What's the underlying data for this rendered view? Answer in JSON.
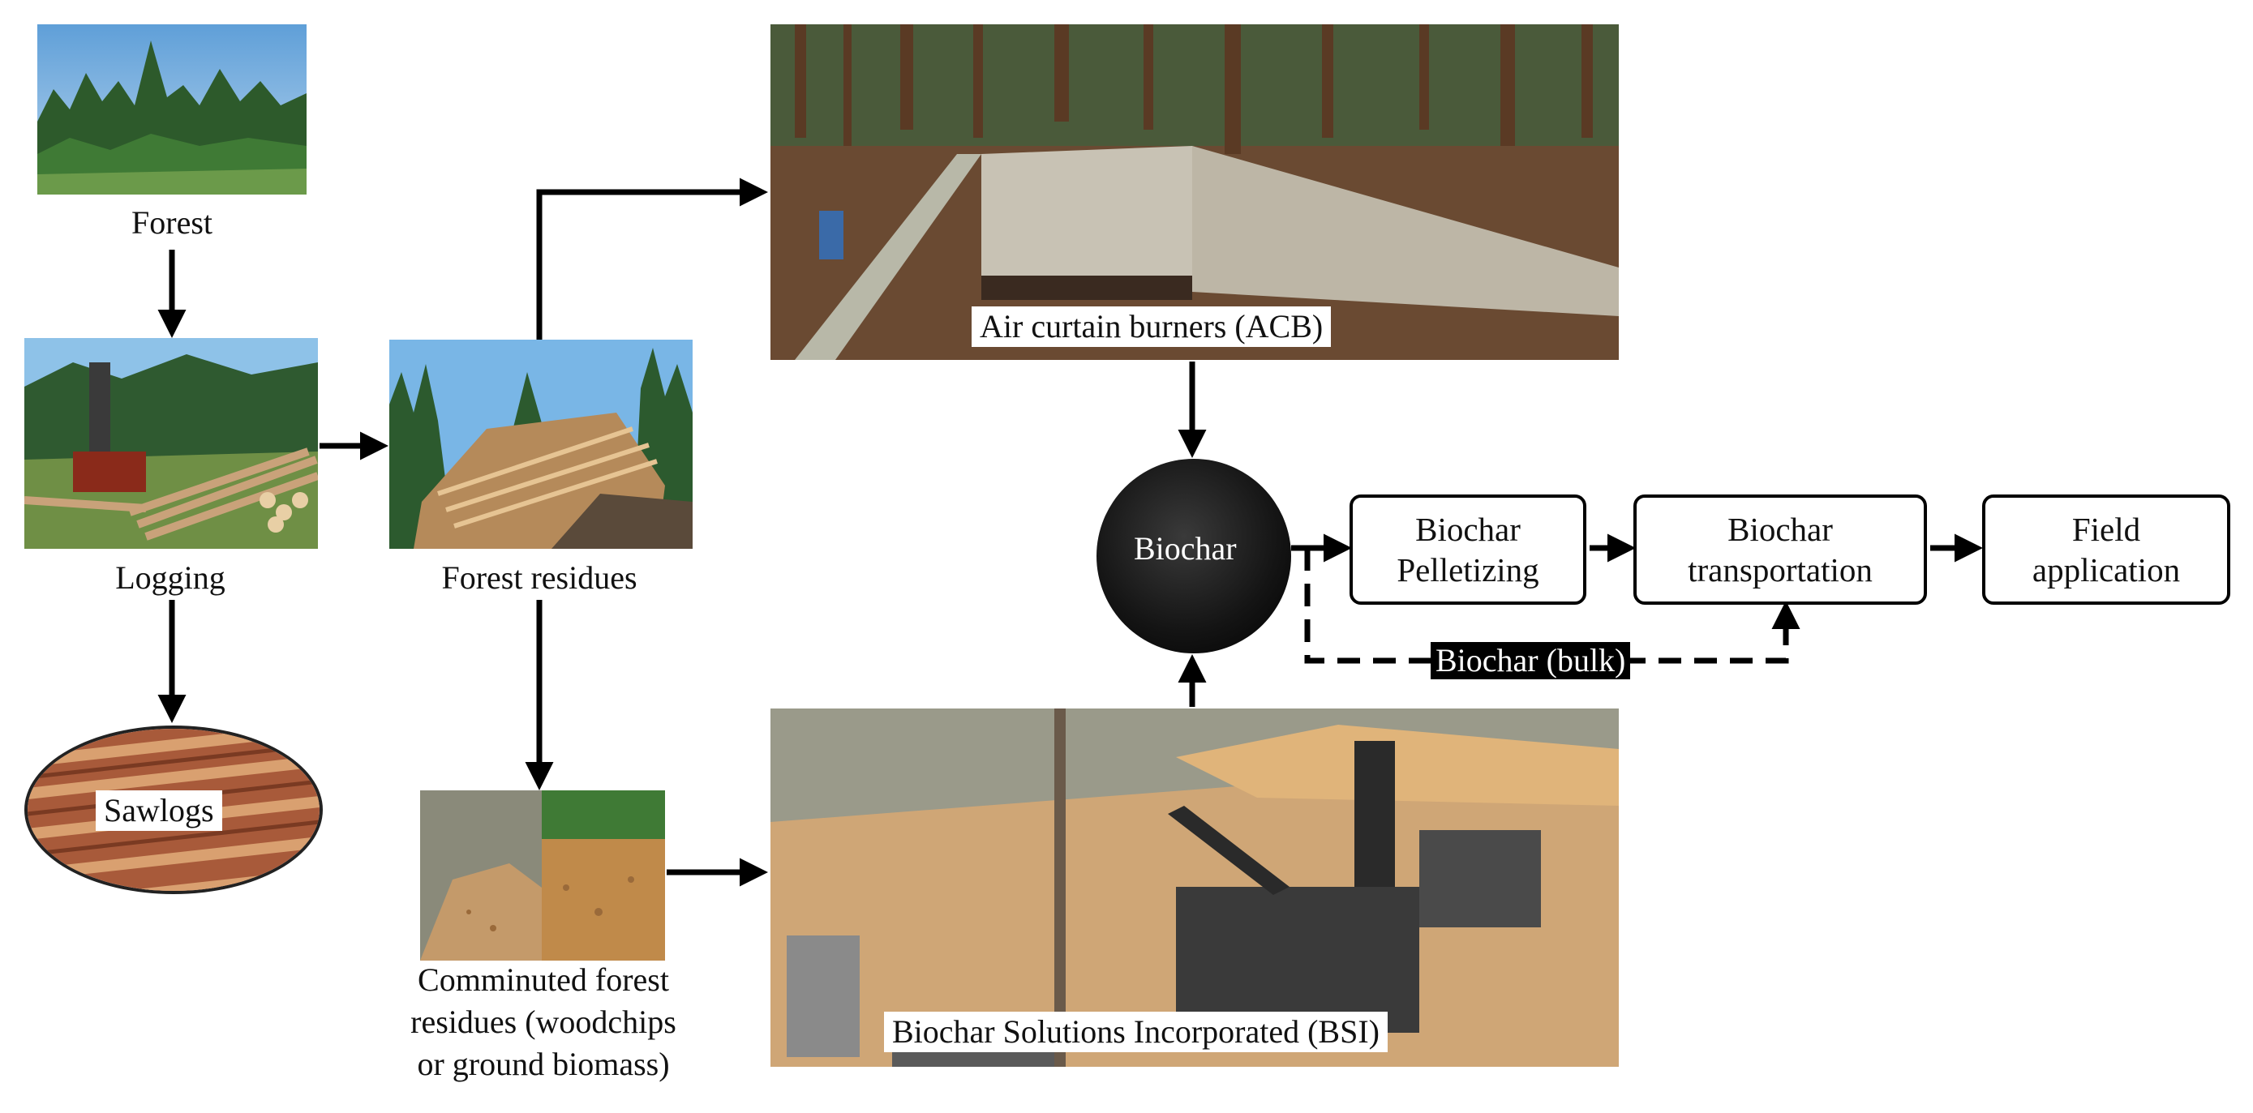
{
  "nodes": {
    "forest": "Forest",
    "logging": "Logging",
    "sawlogs": "Sawlogs",
    "forest_residues": "Forest residues",
    "comminuted": [
      "Comminuted forest",
      "residues (woodchips",
      "or ground biomass)"
    ],
    "acb": "Air curtain burners (ACB)",
    "bsi": "Biochar Solutions Incorporated (BSI)",
    "biochar": "Biochar",
    "pelletizing": "Biochar\nPelletizing",
    "transportation": "Biochar\ntransportation",
    "field": "Field\napplication",
    "bulk": "Biochar (bulk)"
  }
}
